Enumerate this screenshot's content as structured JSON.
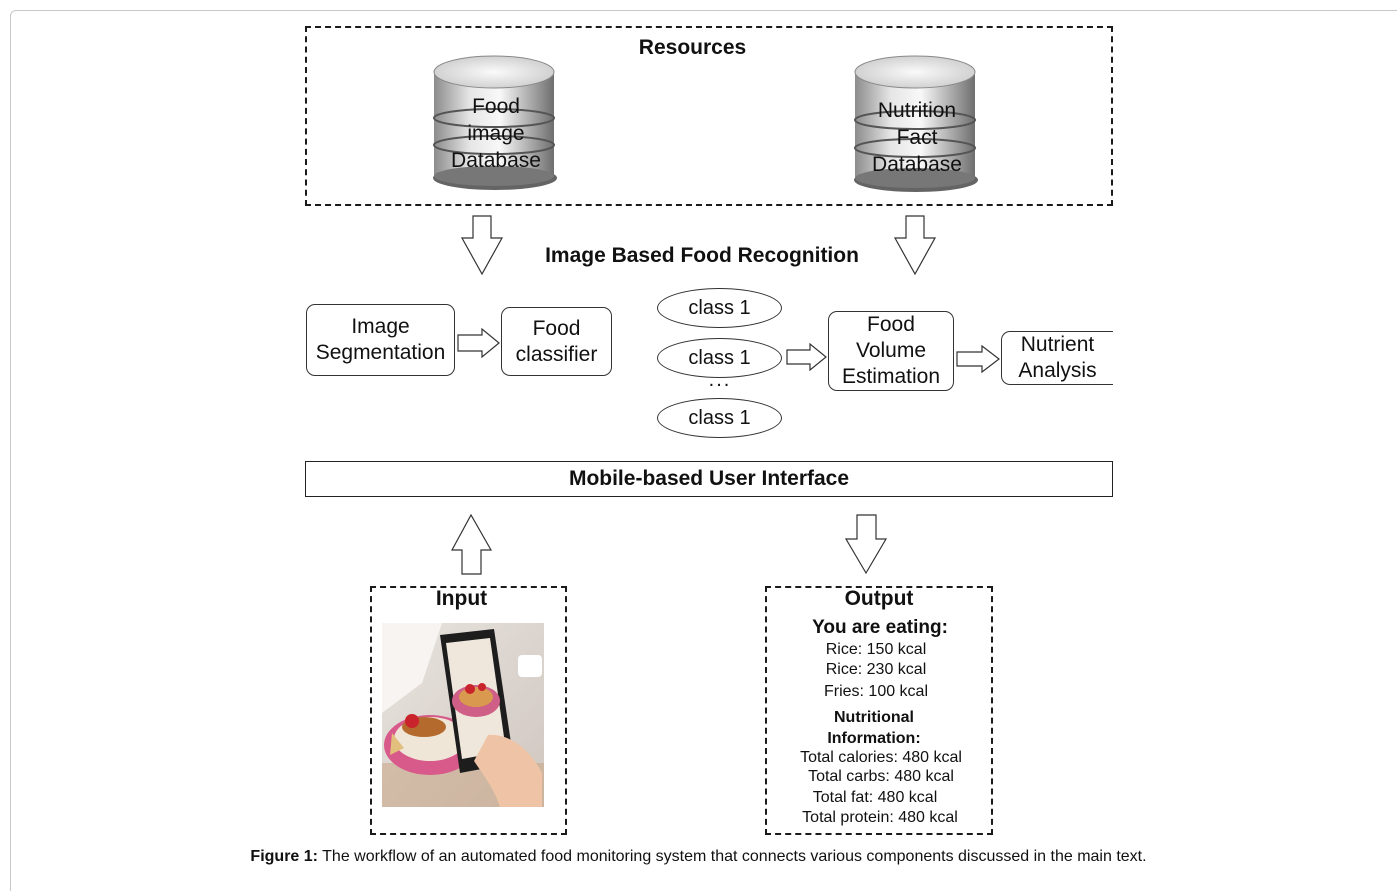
{
  "resources": {
    "title": "Resources",
    "db_left": [
      "Food",
      "image",
      "Database"
    ],
    "db_right": [
      "Nutrition",
      "Fact",
      "Database"
    ]
  },
  "recognition": {
    "title": "Image Based Food Recognition",
    "segmentation": "Image\nSegmentation",
    "classifier": "Food\nclassifier",
    "classes": [
      "class 1",
      "class 1",
      "class 1"
    ],
    "ellipsis": "...",
    "volume": "Food\nVolume\nEstimation",
    "nutrient": "Nutrient\nAnalysis"
  },
  "interface": {
    "title": "Mobile-based User Interface"
  },
  "input": {
    "title": "Input"
  },
  "output": {
    "title": "Output",
    "heading": "You are eating:",
    "items": [
      "Rice: 150 kcal",
      "Rice: 230 kcal",
      "Fries: 100 kcal"
    ],
    "nutrition_heading": "Nutritional\nInformation:",
    "totals": [
      "Total calories: 480 kcal",
      "Total carbs: 480 kcal",
      "Total fat: 480 kcal",
      "Total protein: 480 kcal"
    ]
  },
  "caption": {
    "label": "Figure 1:",
    "text": " The workflow of an automated food monitoring system that connects various components discussed in the main text."
  },
  "colors": {
    "db_light": "#f2f2f2",
    "db_dark": "#7a7a7a",
    "line": "#1a1a1a"
  },
  "icons": [
    "database-icon",
    "down-arrow-icon",
    "up-arrow-icon",
    "right-arrow-icon",
    "food-photo-icon"
  ]
}
